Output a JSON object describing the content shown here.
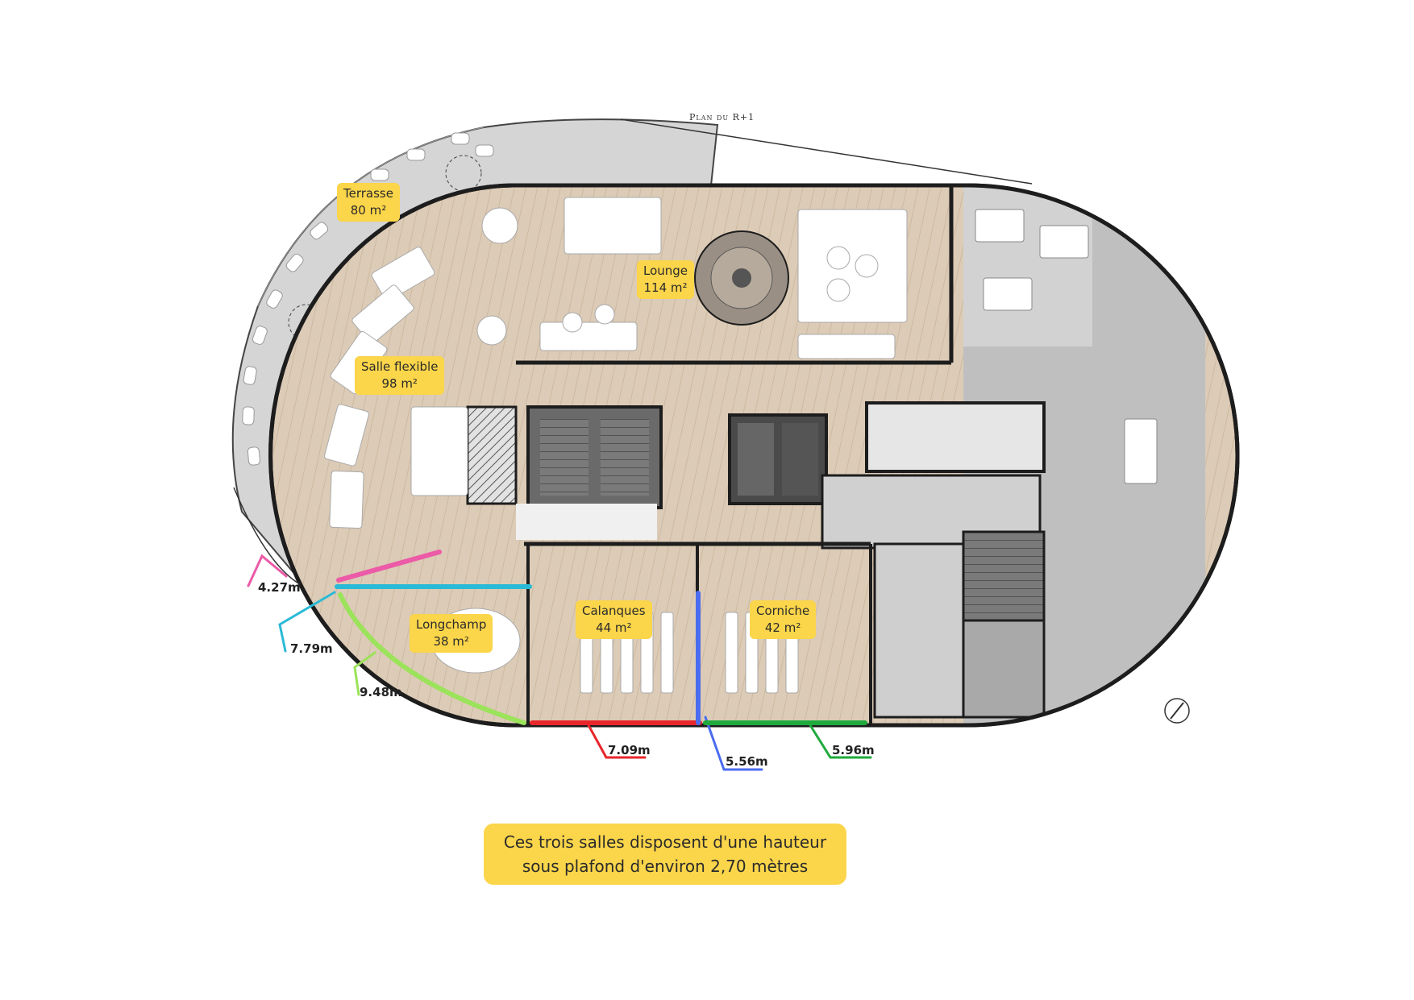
{
  "plan_title": "Plan du R+1",
  "rooms": [
    {
      "name": "Terrasse",
      "area": "80 m²"
    },
    {
      "name": "Lounge",
      "area": "114 m²"
    },
    {
      "name": "Salle flexible",
      "area": "98 m²"
    },
    {
      "name": "Longchamp",
      "area": "38 m²"
    },
    {
      "name": "Calanques",
      "area": "44 m²"
    },
    {
      "name": "Corniche",
      "area": "42 m²"
    }
  ],
  "dimensions": [
    {
      "value": "4.27m",
      "color": "#ec5aa8"
    },
    {
      "value": "7.79m",
      "color": "#2bbad6"
    },
    {
      "value": "9.48m",
      "color": "#9be35a"
    },
    {
      "value": "7.09m",
      "color": "#e8262b"
    },
    {
      "value": "5.56m",
      "color": "#4a6cf0"
    },
    {
      "value": "5.96m",
      "color": "#1faa3d"
    }
  ],
  "note": {
    "line1": "Ces trois salles disposent d'une hauteur",
    "line2": "sous plafond d'environ 2,70 mètres"
  },
  "colors": {
    "floor_wood": "#dccbb6",
    "wall": "#1d1d1d",
    "terrace": "#d2d2d2",
    "service": "#b9b9b9",
    "label_bg": "#fbd54a"
  }
}
